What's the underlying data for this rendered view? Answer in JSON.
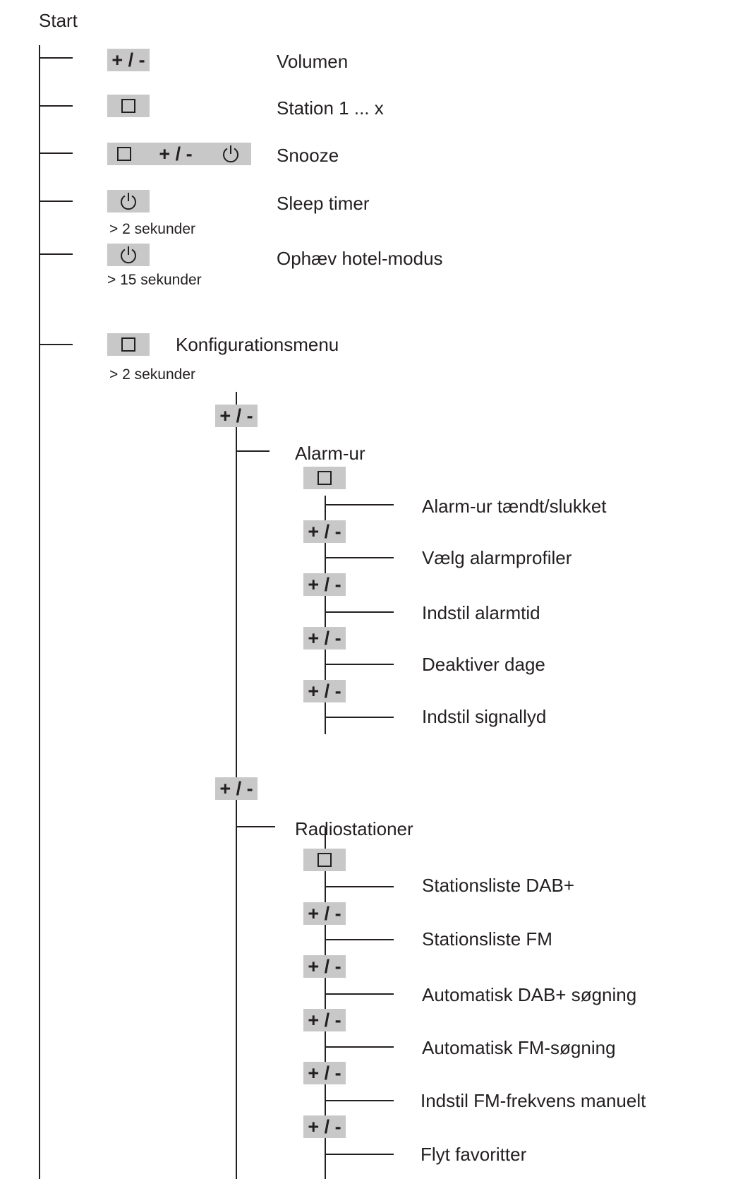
{
  "start_label": "Start",
  "buttons": {
    "plus_minus": "+ / -",
    "plus_minus_inline": "+ / -"
  },
  "icons": {
    "station": "square-icon",
    "power": "power-icon"
  },
  "main_items": [
    {
      "label": "Volumen"
    },
    {
      "label": "Station 1 ... x"
    },
    {
      "label": "Snooze"
    },
    {
      "label": "Sleep timer",
      "note": "> 2 sekunder"
    },
    {
      "label": "Ophæv hotel-modus",
      "note": "> 15 sekunder"
    },
    {
      "label": "Konfigurationsmenu",
      "note": "> 2 sekunder"
    }
  ],
  "alarm": {
    "title": "Alarm-ur",
    "items": [
      "Alarm-ur tændt/slukket",
      "Vælg alarmprofiler",
      "Indstil alarmtid",
      "Deaktiver dage",
      "Indstil signallyd"
    ]
  },
  "radio": {
    "title": "Radiostationer",
    "items": [
      "Stationsliste DAB+",
      "Stationsliste FM",
      "Automatisk DAB+ søgning",
      "Automatisk FM-søgning",
      "Indstil FM-frekvens manuelt",
      "Flyt favoritter"
    ]
  }
}
